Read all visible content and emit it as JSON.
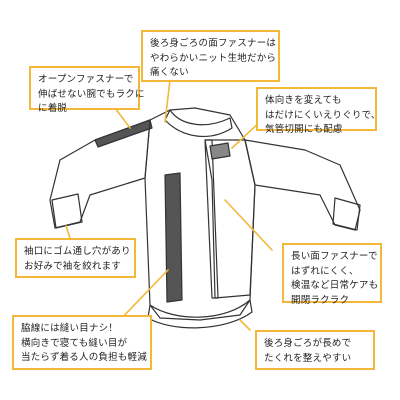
{
  "callouts": [
    {
      "id": "back-fastener",
      "lines": [
        "後ろ身ごろの面ファスナーは",
        "やわらかいニット生地だから",
        "痛くない"
      ]
    },
    {
      "id": "open-fastener",
      "lines": [
        "オープンファスナーで",
        "伸ばせない腕でもラクに",
        "に着脱"
      ]
    },
    {
      "id": "body-orientation",
      "lines": [
        "体向きを変えても",
        "はだけにくいえりぐりで、",
        "気管切開にも配慮"
      ]
    },
    {
      "id": "cuff-elastic",
      "lines": [
        "袖口にゴム通し穴があり",
        "お好みで袖を絞れます"
      ]
    },
    {
      "id": "front-fastener",
      "lines": [
        "長い面ファスナーで",
        "はずれにくく、",
        "検温など日常ケアも",
        "開閉ラクラク"
      ]
    },
    {
      "id": "seamless-side",
      "lines": [
        "脇線には縫い目ナシ！",
        "横向きで寝ても縫い目が",
        "当たらず着る人の負担も軽減"
      ]
    },
    {
      "id": "long-back-hem",
      "lines": [
        "後ろ身ごろが長めで",
        "たくれを整えやすい"
      ]
    }
  ],
  "colors": {
    "accent": "#f3b83a",
    "line": "#333333",
    "text": "#222222"
  }
}
